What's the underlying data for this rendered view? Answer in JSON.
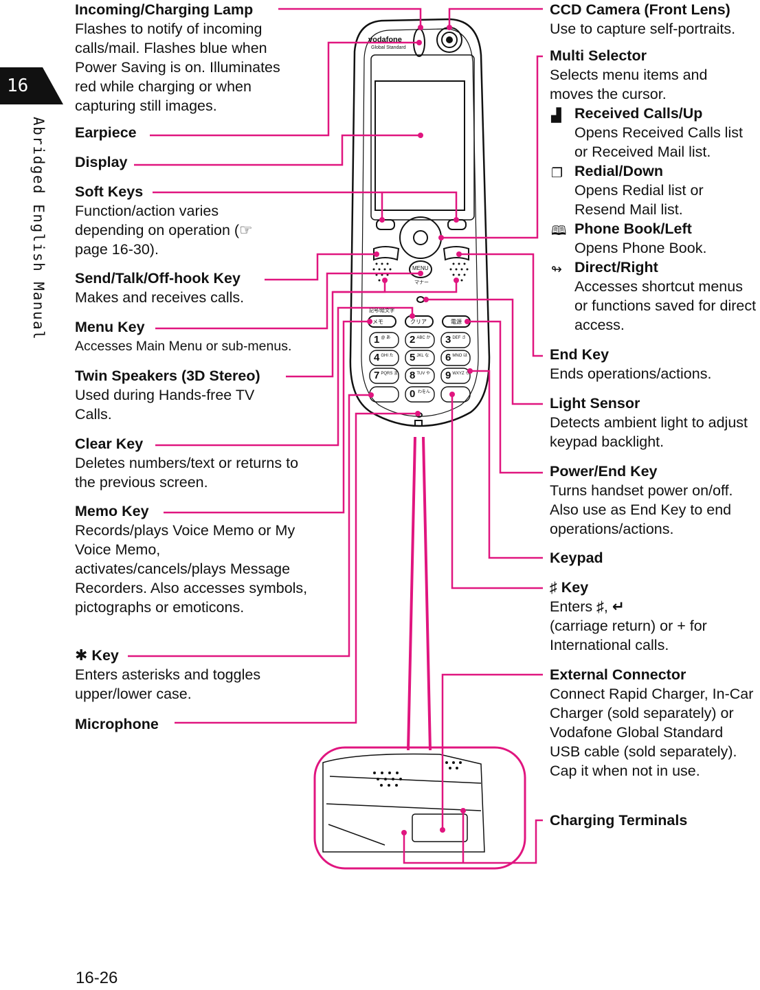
{
  "page": {
    "chapter_number": "16",
    "side_title": "Abridged English Manual",
    "page_number": "16-26"
  },
  "phone": {
    "brand": "vodafone",
    "brand_sub": "Global Standard",
    "menu_key": "MENU",
    "menu_kana": "マナー",
    "memo_kana": "メモ",
    "clear_kana": "クリア",
    "power_kana": "電源",
    "symbols_kana": "記号/絵文字",
    "keypad": [
      {
        "digit": "1",
        "letters": "@",
        "kana": "あ"
      },
      {
        "digit": "2",
        "letters": "ABC",
        "kana": "か"
      },
      {
        "digit": "3",
        "letters": "DEF",
        "kana": "さ"
      },
      {
        "digit": "4",
        "letters": "GHI",
        "kana": "た"
      },
      {
        "digit": "5",
        "letters": "JKL",
        "kana": "な"
      },
      {
        "digit": "6",
        "letters": "MNO",
        "kana": "は"
      },
      {
        "digit": "7",
        "letters": "PQRS",
        "kana": "ま"
      },
      {
        "digit": "8",
        "letters": "TUV",
        "kana": "や"
      },
      {
        "digit": "9",
        "letters": "WXYZ",
        "kana": "ら"
      },
      {
        "digit": "0",
        "letters": "",
        "kana": "わをん"
      }
    ]
  },
  "left_labels": {
    "incoming": {
      "title": "Incoming/Charging Lamp",
      "desc": "Flashes to notify of incoming calls/mail. Flashes blue when Power Saving is on. Illuminates red while charging or when capturing still images."
    },
    "earpiece": {
      "title": "Earpiece"
    },
    "display": {
      "title": "Display"
    },
    "softkeys": {
      "title": "Soft Keys",
      "desc": "Function/action varies depending on operation (☞page 16-30)."
    },
    "send": {
      "title": "Send/Talk/Off-hook Key",
      "desc": "Makes and receives calls."
    },
    "menu": {
      "title": "Menu Key",
      "desc": "Accesses Main Menu or sub-menus."
    },
    "speakers": {
      "title": "Twin Speakers (3D Stereo)",
      "desc": "Used during Hands-free TV Calls."
    },
    "clear": {
      "title": "Clear Key",
      "desc": "Deletes numbers/text or returns to the previous screen."
    },
    "memo": {
      "title": "Memo Key",
      "desc": "Records/plays Voice Memo or My Voice Memo, activates/cancels/plays Message Recorders. Also accesses symbols, pictographs or emoticons."
    },
    "star": {
      "title": "Key",
      "desc": "Enters asterisks and toggles upper/lower case."
    },
    "mic": {
      "title": "Microphone"
    }
  },
  "right_labels": {
    "ccd": {
      "title": "CCD Camera (Front Lens)",
      "desc": "Use to capture self-portraits."
    },
    "multi": {
      "title": "Multi Selector",
      "desc": "Selects menu items and moves the cursor."
    },
    "received": {
      "title": "Received Calls/Up",
      "desc": "Opens Received Calls list or Received Mail list."
    },
    "redial": {
      "title": "Redial/Down",
      "desc": "Opens Redial list or Resend Mail list."
    },
    "phonebook": {
      "title": "Phone Book/Left",
      "desc": "Opens Phone Book."
    },
    "direct": {
      "title": "Direct/Right",
      "desc": "Accesses shortcut menus or functions saved for direct access."
    },
    "endkey": {
      "title": "End Key",
      "desc": "Ends operations/actions."
    },
    "light": {
      "title": "Light Sensor",
      "desc": "Detects ambient light to adjust keypad backlight."
    },
    "power": {
      "title": "Power/End Key",
      "desc": "Turns handset power on/off. Also use as End Key to end operations/actions."
    },
    "keypad": {
      "title": "Keypad"
    },
    "hash": {
      "title": "Key",
      "desc_a": "Enters",
      "desc_b": ",",
      "desc_c": "(carriage return) or + for International calls."
    },
    "external": {
      "title": "External Connector",
      "desc": "Connect Rapid Charger, In-Car Charger (sold separately) or Vodafone Global Standard USB cable (sold separately). Cap it when not in use."
    },
    "charging": {
      "title": "Charging Terminals"
    }
  },
  "colors": {
    "accent": "#e0157f",
    "ink": "#111111"
  },
  "icons": [
    "received-calls-icon",
    "redial-icon",
    "phone-book-icon",
    "direct-icon",
    "star-key-icon",
    "hash-key-icon",
    "carriage-return-icon"
  ]
}
